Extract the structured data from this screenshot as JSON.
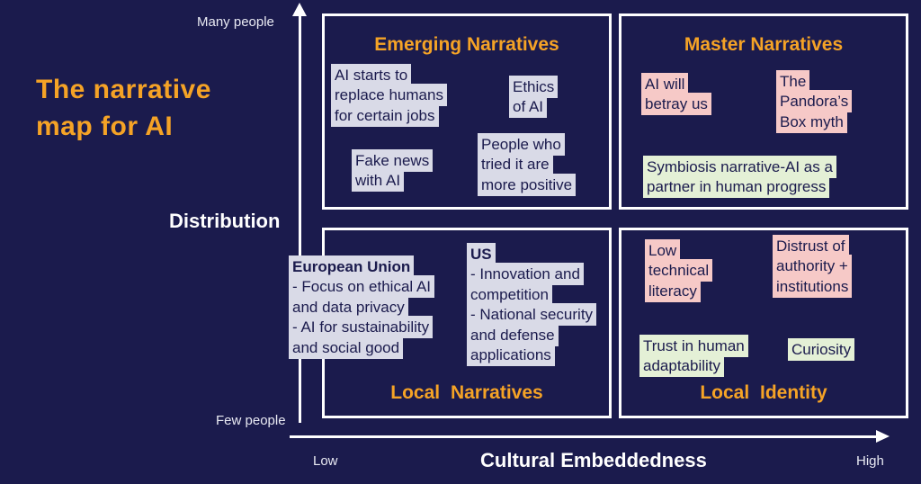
{
  "title": {
    "lines": [
      "The narrative",
      "map for AI"
    ]
  },
  "axes": {
    "y_axis": {
      "label": "Distribution",
      "top_label": "Many people",
      "bottom_label": "Few people"
    },
    "x_axis": {
      "label": "Cultural Embeddedness",
      "left_label": "Low",
      "right_label": "High"
    }
  },
  "colors": {
    "background": "#1B1B4D",
    "accent_orange": "#F5A326",
    "note_lavender": "#D9DAE7",
    "note_pink": "#F6C9C7",
    "note_green": "#E4F0D6",
    "axis_white": "#FFFFFF",
    "note_text_navy": "#1B1B4D"
  },
  "quadrants": {
    "emerging": {
      "title": "Emerging Narratives",
      "notes": {
        "replace_jobs": {
          "lines": [
            "AI starts to",
            "replace humans",
            "for certain jobs"
          ]
        },
        "ethics": {
          "lines": [
            "Ethics",
            "of AI"
          ]
        },
        "fake_news": {
          "lines": [
            "Fake news",
            "with AI"
          ]
        },
        "tried_positive": {
          "lines": [
            "People who",
            "tried it are",
            "more positive"
          ]
        }
      }
    },
    "master": {
      "title": "Master Narratives",
      "notes": {
        "betray": {
          "lines": [
            "AI will",
            "betray us"
          ]
        },
        "pandora": {
          "lines": [
            "The",
            "Pandora’s",
            "Box myth"
          ]
        },
        "symbiosis": {
          "lines": [
            "Symbiosis narrative-AI as a",
            "partner in human progress"
          ]
        }
      }
    },
    "local_narratives": {
      "title": "Local Narratives",
      "notes": {
        "eu": {
          "header": "European Union",
          "lines": [
            "- Focus on ethical AI",
            "and data privacy",
            "- AI for sustainability",
            "and social good"
          ]
        },
        "us": {
          "header": "US",
          "lines": [
            "- Innovation and",
            "competition",
            "- National security",
            "and defense",
            "applications"
          ]
        }
      }
    },
    "local_identity": {
      "title": "Local Identity",
      "notes": {
        "low_literacy": {
          "lines": [
            "Low",
            "technical",
            "literacy"
          ]
        },
        "distrust": {
          "lines": [
            "Distrust of",
            "authority +",
            "institutions"
          ]
        },
        "trust": {
          "lines": [
            "Trust in human",
            "adaptability"
          ]
        },
        "curiosity": {
          "lines": [
            "Curiosity"
          ]
        }
      }
    }
  }
}
